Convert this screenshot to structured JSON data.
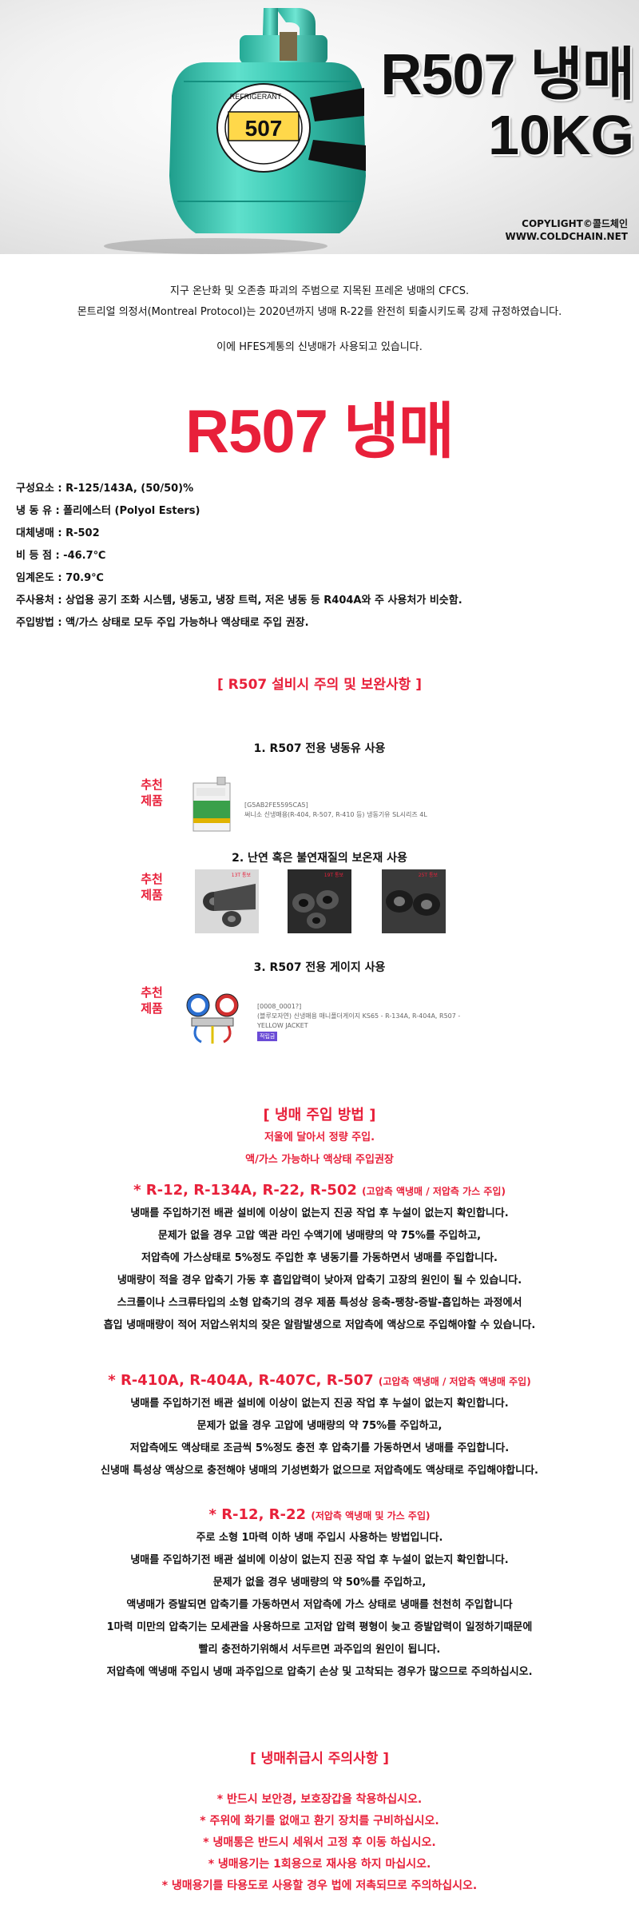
{
  "hero": {
    "title_line1": "R507 냉매",
    "title_line2": "10KG",
    "copyright_line1": "COPYLIGHT©콜드체인",
    "copyright_line2": "WWW.COLDCHAIN.NET",
    "cylinder_label": "507",
    "cylinder_band_text": "REFRIGERANT"
  },
  "intro": {
    "line1": "지구 온난화 및 오존층 파괴의 주범으로 지목된 프레온 냉매의 CFCS.",
    "line2": "몬트리얼 의정서(Montreal Protocol)는 2020년까지 냉매 R-22를 완전히 퇴출시키도록 강제 규정하였습니다.",
    "line3": "이에 HFES계통의 신냉매가 사용되고 있습니다."
  },
  "main_title": "R507 냉매",
  "specs": [
    "구성요소 : R-125/143A, (50/50)%",
    "냉 동 유 : 폴리에스터 (Polyol Esters)",
    "대체냉매 : R-502",
    "비 등 점  : -46.7℃",
    "임계온도 : 70.9℃",
    "주사용처 : 상업용 공기 조화 시스템, 냉동고, 냉장 트럭, 저온 냉동 등 R404A와 주 사용처가 비슷함.",
    "주입방법 : 액/가스 상태로 모두 주입 가능하나 액상태로 주입 권장."
  ],
  "install_section": {
    "heading": "[  R507 설비시 주의 및 보완사항  ]",
    "items": [
      {
        "title": "1. R507 전용 냉동유 사용",
        "recommend": "추천\n제품",
        "desc_line1": "[G5AB2FE5595CA5]",
        "desc_line2": "써니소 신냉매용(R-404, R-507, R-410 등) 냉동기유 SL시리즈 4L"
      },
      {
        "title": "2. 난연 혹은 불연재질의 보온재 사용",
        "recommend": "추천\n제품",
        "labels": [
          "13T 통보",
          "19T 통보",
          "25T 통보"
        ]
      },
      {
        "title": "3. R507 전용 게이지 사용",
        "recommend": "추천\n제품",
        "desc_line1": "[0008_0001?]",
        "desc_line2": "(블루모자연) 신냉매용 매니폴더게이지 KS65 - R-134A, R-404A, R507 - YELLOW JACKET",
        "badge": "적립금"
      }
    ]
  },
  "charging": {
    "heading": "[  냉매 주입 방법  ]",
    "sub1": "저울에 달아서 정량 주입.",
    "sub2": "액/가스 가능하나 액상태 주입권장",
    "groups": [
      {
        "head": "* R-12, R-134A, R-22, R-502",
        "head_note": "(고압측 액냉매 / 저압측 가스 주입)",
        "lines": [
          "냉매를 주입하기전 배관 설비에 이상이 없는지 진공 작업 후 누설이 없는지 확인합니다.",
          "문제가 없을 경우 고압 액관 라인 수액기에 냉매량의 약 75%를 주입하고,",
          "저압측에 가스상태로 5%정도 주입한 후 냉동기를 가동하면서 냉매를 주입합니다.",
          "냉매량이 적을 경우 압축기 가동 후 흡입압력이 낮아져 압축기 고장의 원인이 될 수 있습니다.",
          "스크롤이나 스크류타입의 소형 압축기의 경우 제품 특성상 응축-팽창-증발-흡입하는 과정에서",
          "흡입 냉매매량이 적어 저압스위치의 잦은 알람발생으로 저압측에 액상으로 주입해야할 수 있습니다."
        ]
      },
      {
        "head": "* R-410A, R-404A, R-407C, R-507",
        "head_note": "(고압측 액냉매 / 저압측 액냉매 주입)",
        "lines": [
          "냉매를 주입하기전 배관 설비에 이상이 없는지 진공 작업 후 누설이 없는지 확인합니다.",
          "문제가 없을 경우 고압에 냉매량의 약 75%를 주입하고,",
          "저압측에도 액상태로 조금씩 5%정도 충전 후 압축기를 가동하면서 냉매를 주입합니다.",
          "신냉매 특성상 액상으로 충전해야 냉매의 기성변화가 없으므로 저압측에도 액상태로 주입해야합니다."
        ]
      },
      {
        "head": "* R-12, R-22",
        "head_note": "(저압측 액냉매 및 가스 주입)",
        "lines": [
          "주로 소형 1마력 이하 냉매 주입시 사용하는 방법입니다.",
          "냉매를 주입하기전 배관 설비에 이상이 없는지 진공 작업 후 누설이 없는지 확인합니다.",
          "문제가 없을 경우 냉매량의 약 50%를 주입하고,",
          "액냉매가 증발되면 압축기를 가동하면서 저압측에 가스 상태로 냉매를 천천히 주입합니다",
          "1마력 미만의 압축기는 모세관을 사용하므로 고저압 압력 평형이 늦고 증발압력이 일정하기때문에",
          "빨리 충전하기위해서 서두르면 과주입의 원인이 됩니다.",
          "저압측에 액냉매 주입시 냉매 과주입으로 압축기 손상 및 고착되는 경우가 많으므로 주의하십시오."
        ]
      }
    ]
  },
  "cautions": {
    "heading": "[  냉매취급시 주의사항  ]",
    "items": [
      "* 반드시 보안경, 보호장갑을 착용하십시오.",
      "* 주위에 화기를 없애고 환기 장치를 구비하십시오.",
      "* 냉매통은 반드시 세워서 고정 후 이동 하십시오.",
      "* 냉매용기는 1회용으로 재사용 하지 마십시오.",
      "* 냉매용기를 타용도로 사용할 경우 법에 저촉되므로 주의하십시오."
    ]
  },
  "colors": {
    "accent_red": "#e8203a",
    "cylinder_teal": "#37c9b4"
  }
}
